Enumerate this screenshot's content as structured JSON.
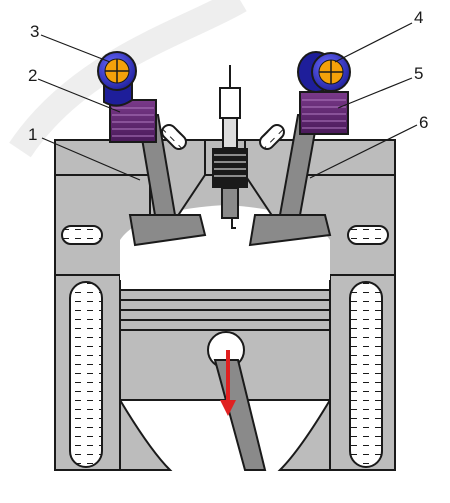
{
  "diagram": {
    "callouts": [
      {
        "id": "1",
        "label": "1"
      },
      {
        "id": "2",
        "label": "2"
      },
      {
        "id": "3",
        "label": "3"
      },
      {
        "id": "4",
        "label": "4"
      },
      {
        "id": "5",
        "label": "5"
      },
      {
        "id": "6",
        "label": "6"
      }
    ],
    "colors": {
      "metal": "#bcbcbc",
      "metal_dark": "#8a8a8a",
      "chamber": "#ffffff",
      "spring": "#6a2a7a",
      "cam_ring": "#3a3acc",
      "cam_core": "#f4a10a",
      "arrow": "#e02020",
      "outline": "#1a1a1a"
    },
    "arrow_direction": "down"
  }
}
